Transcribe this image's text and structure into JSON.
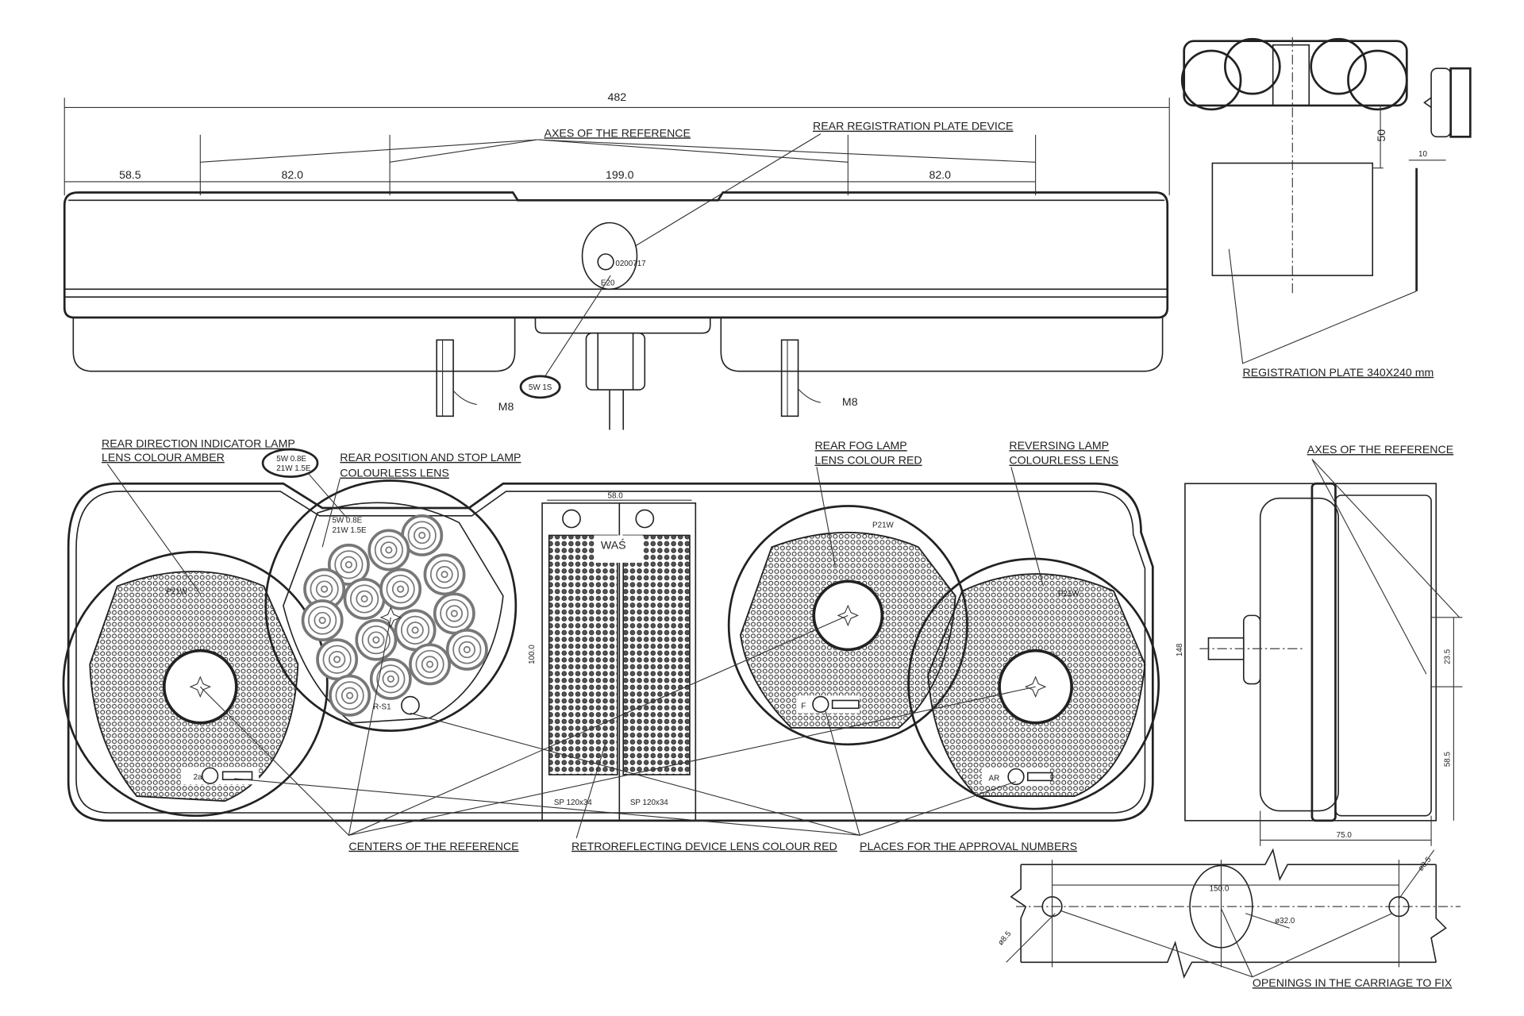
{
  "top_view": {
    "overall_width": "482",
    "dims": [
      "58.5",
      "82.0",
      "199.0",
      "82.0"
    ],
    "axes_label": "AXES OF THE REFERENCE",
    "reg_plate_device_label": "REAR REGISTRATION PLATE DEVICE",
    "bolt_left": "M8",
    "bolt_right": "M8",
    "bulb_mark": "5W 1S",
    "plate_lamp_mark": "E20",
    "plate_lamp_code": "0200717"
  },
  "plate_view": {
    "dim_height": "50",
    "dim_offset": "10",
    "plate_label": "REGISTRATION PLATE 340X240 mm"
  },
  "front_view": {
    "indicator_label": [
      "REAR DIRECTION INDICATOR LAMP",
      "LENS COLOUR AMBER"
    ],
    "position_label": [
      "REAR POSITION AND STOP LAMP",
      "COLOURLESS LENS"
    ],
    "fog_label": [
      "REAR FOG LAMP",
      "LENS COLOUR RED"
    ],
    "reversing_label": [
      "REVERSING LAMP",
      "COLOURLESS LENS"
    ],
    "bulb_oval": [
      "5W 0.8E",
      "21W 1.5E"
    ],
    "retro_width": "58.0",
    "retro_height": "100.0",
    "retro_brand": "WAŚ",
    "retro_codes": [
      "SP 120x34",
      "SP 120x34"
    ],
    "bulb_type": "P21W",
    "approval_marks": [
      "2a",
      "F",
      "AR",
      "R-S1"
    ],
    "centers_label": "CENTERS OF THE REFERENCE",
    "retro_label": "RETROREFLECTING DEVICE LENS COLOUR RED",
    "approval_label": "PLACES FOR THE APPROVAL NUMBERS"
  },
  "side_view": {
    "axes_label": "AXES OF THE REFERENCE",
    "height": "148",
    "dim_upper": "23.5",
    "dim_lower": "58.5",
    "depth": "75.0"
  },
  "fixing_view": {
    "hole_spacing": "150.0",
    "center_hole": "ø32.0",
    "small_hole_left": "ø8.5",
    "small_hole_right": "ø8.5",
    "label": "OPENINGS IN THE CARRIAGE TO FIX"
  }
}
